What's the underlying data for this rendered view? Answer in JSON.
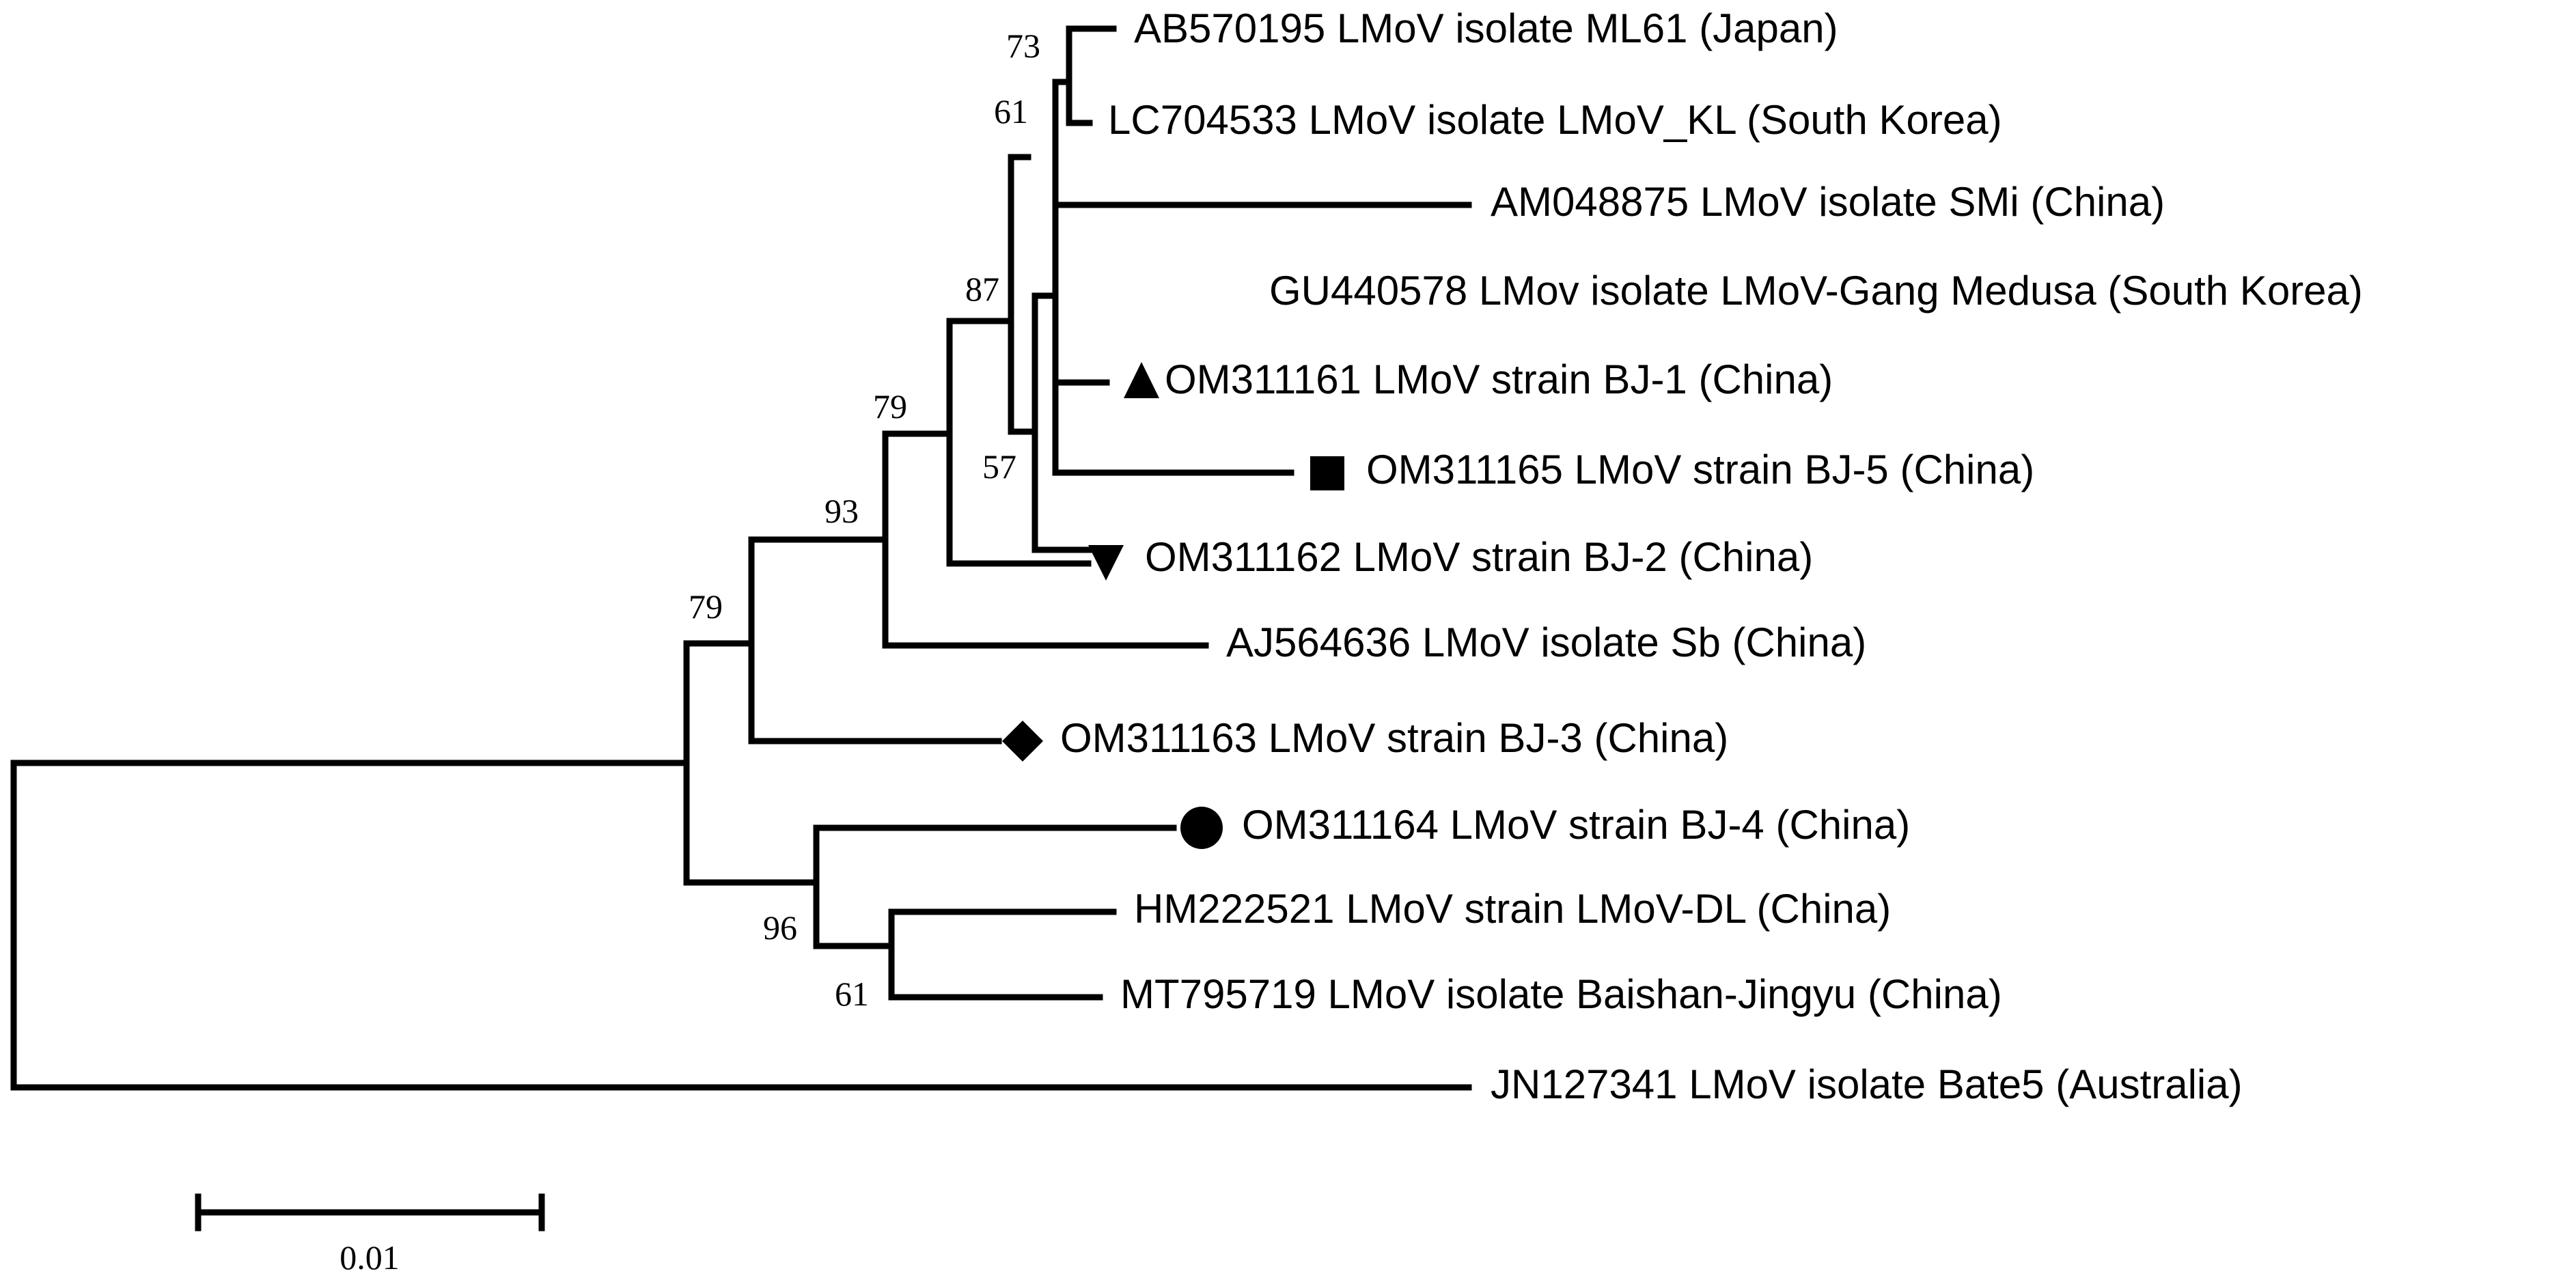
{
  "tree": {
    "leaves": [
      {
        "id": "ab570195",
        "label": "AB570195 LMoV isolate ML61 (Japan)",
        "marker": null
      },
      {
        "id": "lc704533",
        "label": "LC704533 LMoV isolate LMoV_KL (South Korea)",
        "marker": null
      },
      {
        "id": "am048875",
        "label": "AM048875 LMoV isolate SMi (China)",
        "marker": null
      },
      {
        "id": "gu440578",
        "label": "GU440578 LMov isolate LMoV-Gang Medusa (South Korea)",
        "marker": null
      },
      {
        "id": "om311161",
        "label": "OM311161 LMoV strain BJ-1 (China)",
        "marker": "triangle-up"
      },
      {
        "id": "om311165",
        "label": "OM311165 LMoV strain BJ-5 (China)",
        "marker": "square"
      },
      {
        "id": "om311162",
        "label": "OM311162 LMoV strain BJ-2 (China)",
        "marker": "triangle-down"
      },
      {
        "id": "aj564636",
        "label": "AJ564636 LMoV isolate Sb (China)",
        "marker": null
      },
      {
        "id": "om311163",
        "label": "OM311163 LMoV strain BJ-3 (China)",
        "marker": "diamond"
      },
      {
        "id": "om311164",
        "label": "OM311164 LMoV strain BJ-4 (China)",
        "marker": "circle"
      },
      {
        "id": "hm222521",
        "label": "HM222521 LMoV strain LMoV-DL (China)",
        "marker": null
      },
      {
        "id": "mt795719",
        "label": "MT795719 LMoV isolate Baishan-Jingyu (China)",
        "marker": null
      },
      {
        "id": "jn127341",
        "label": "JN127341 LMoV isolate Bate5 (Australia)",
        "marker": null
      }
    ],
    "bootstrap_values": [
      "73",
      "61",
      "87",
      "57",
      "79",
      "93",
      "79",
      "96",
      "61"
    ],
    "scale_bar_label": "0.01"
  }
}
